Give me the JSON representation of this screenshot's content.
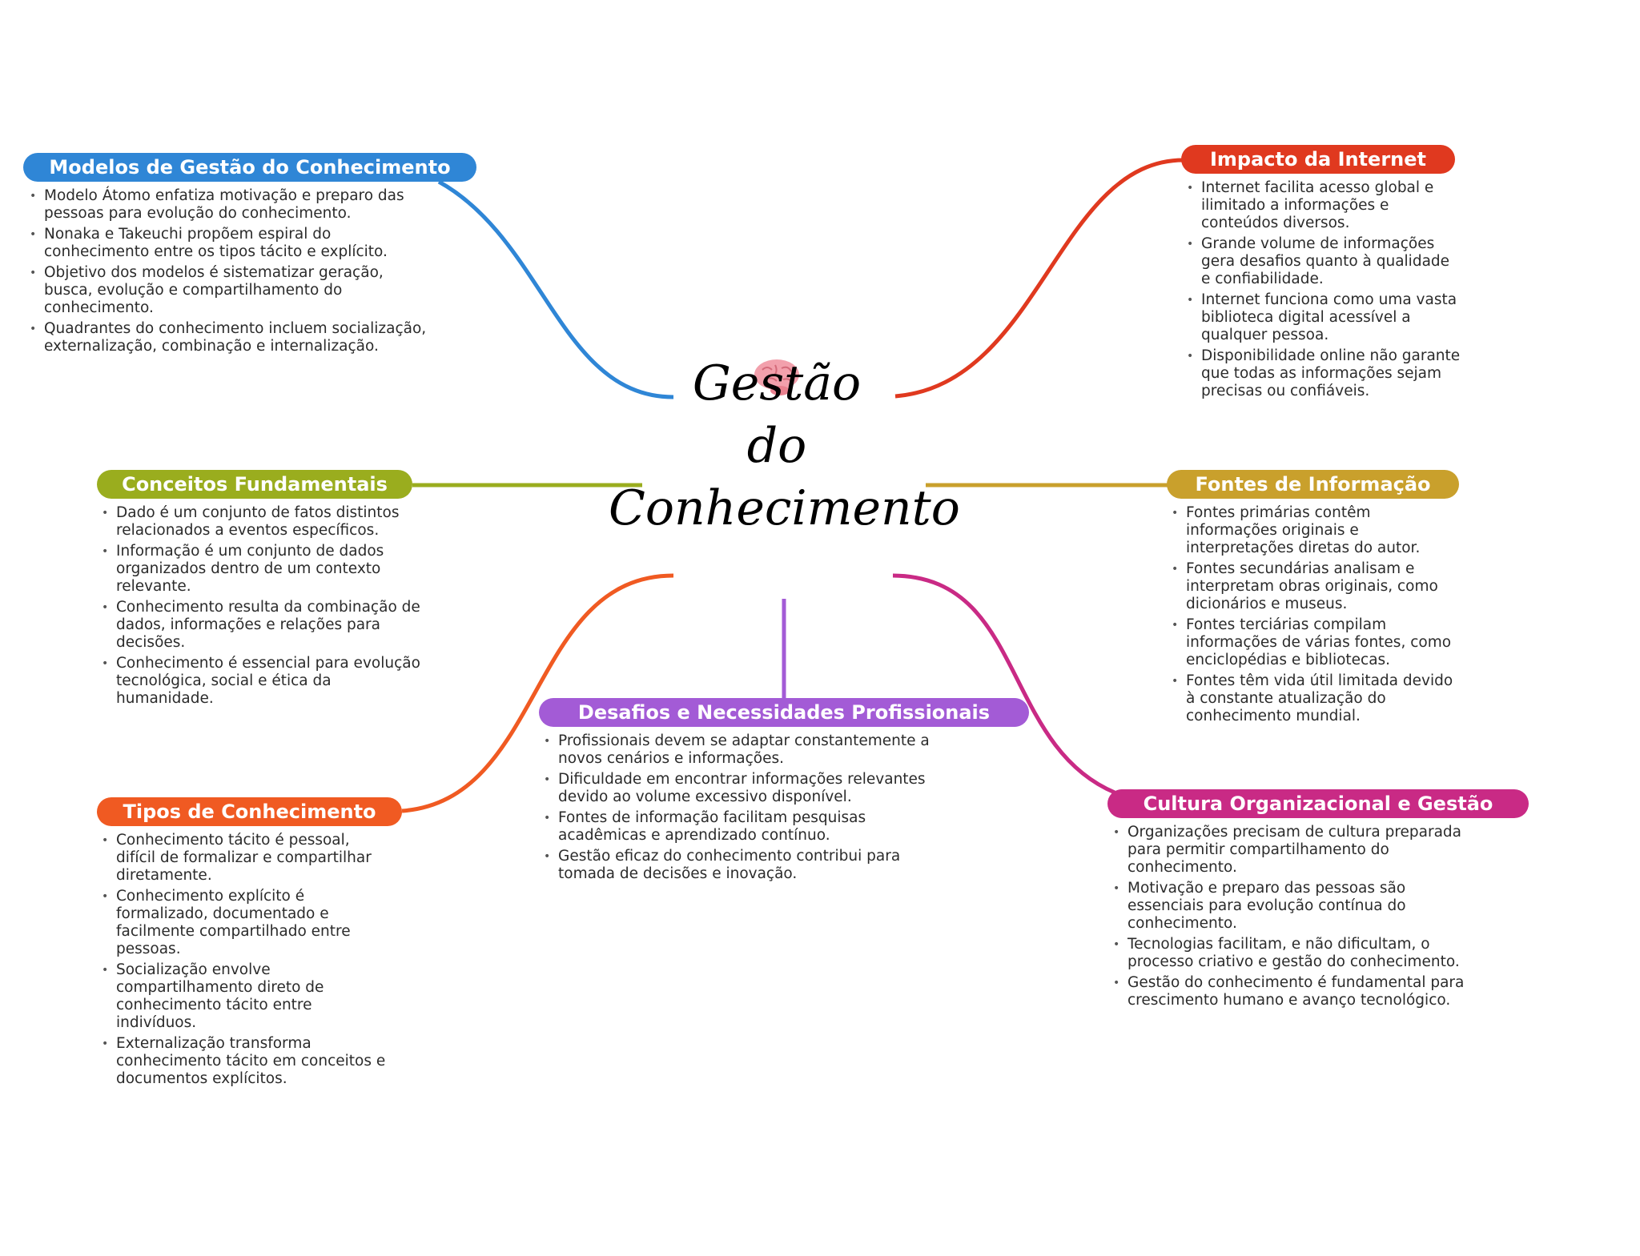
{
  "central": {
    "title_lines": [
      "Gestão",
      "do",
      "Conhecimento"
    ],
    "icon": "brain-icon"
  },
  "colors": {
    "modelos": "#2f86d6",
    "impacto": "#e0391f",
    "conceitos": "#9aad1e",
    "fontes": "#c9a02c",
    "tipos": "#f05a22",
    "desafios": "#a35bd6",
    "cultura": "#c92a85"
  },
  "branches": {
    "modelos": {
      "title": "Modelos de Gestão do Conhecimento",
      "items": [
        "Modelo Átomo enfatiza motivação e preparo das pessoas para evolução do conhecimento.",
        "Nonaka e Takeuchi propõem espiral do conhecimento entre os tipos tácito e explícito.",
        "Objetivo dos modelos é sistematizar geração, busca, evolução e compartilhamento do conhecimento.",
        "Quadrantes do conhecimento incluem socialização, externalização, combinação e internalização."
      ]
    },
    "impacto": {
      "title": "Impacto da Internet",
      "items": [
        "Internet facilita acesso global e ilimitado a informações e conteúdos diversos.",
        "Grande volume de informações gera desafios quanto à qualidade e confiabilidade.",
        "Internet funciona como uma vasta biblioteca digital acessível a qualquer pessoa.",
        "Disponibilidade online não garante que todas as informações sejam precisas ou confiáveis."
      ]
    },
    "conceitos": {
      "title": "Conceitos Fundamentais",
      "items": [
        "Dado é um conjunto de fatos distintos relacionados a eventos específicos.",
        "Informação é um conjunto de dados organizados dentro de um contexto relevante.",
        "Conhecimento resulta da combinação de dados, informações e relações para decisões.",
        "Conhecimento é essencial para evolução tecnológica, social e ética da humanidade."
      ]
    },
    "fontes": {
      "title": "Fontes de Informação",
      "items": [
        "Fontes primárias contêm informações originais e interpretações diretas do autor.",
        "Fontes secundárias analisam e interpretam obras originais, como dicionários e museus.",
        "Fontes terciárias compilam informações de várias fontes, como enciclopédias e bibliotecas.",
        "Fontes têm vida útil limitada devido à constante atualização do conhecimento mundial."
      ]
    },
    "tipos": {
      "title": "Tipos de Conhecimento",
      "items": [
        "Conhecimento tácito é pessoal, difícil de formalizar e compartilhar diretamente.",
        "Conhecimento explícito é formalizado, documentado e facilmente compartilhado entre pessoas.",
        "Socialização envolve compartilhamento direto de conhecimento tácito entre indivíduos.",
        "Externalização transforma conhecimento tácito em conceitos e documentos explícitos."
      ]
    },
    "desafios": {
      "title": "Desafios e Necessidades Profissionais",
      "items": [
        "Profissionais devem se adaptar constantemente a novos cenários e informações.",
        "Dificuldade em encontrar informações relevantes devido ao volume excessivo disponível.",
        "Fontes de informação facilitam pesquisas acadêmicas e aprendizado contínuo.",
        "Gestão eficaz do conhecimento contribui para tomada de decisões e inovação."
      ]
    },
    "cultura": {
      "title": "Cultura Organizacional e Gestão",
      "items": [
        "Organizações precisam de cultura preparada para permitir compartilhamento do conhecimento.",
        "Motivação e preparo das pessoas são essenciais para evolução contínua do conhecimento.",
        "Tecnologias facilitam, e não dificultam, o processo criativo e gestão do conhecimento.",
        "Gestão do conhecimento é fundamental para crescimento humano e avanço tecnológico."
      ]
    }
  }
}
